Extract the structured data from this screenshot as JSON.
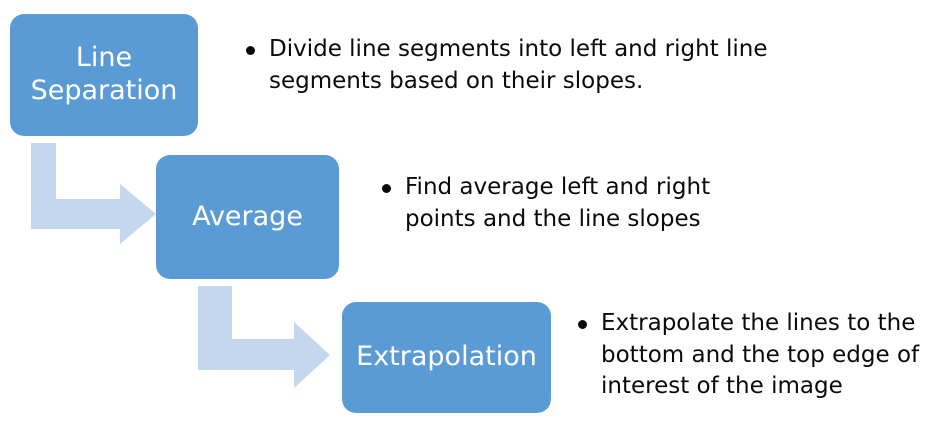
{
  "steps": [
    {
      "label": "Line\nSeparation",
      "description": "Divide line segments into left and right line\nsegments based on their slopes."
    },
    {
      "label": "Average",
      "description": "Find average left and right\npoints and the line slopes"
    },
    {
      "label": "Extrapolation",
      "description": "Extrapolate the lines to the\nbottom and the top edge of\ninterest of the image"
    }
  ],
  "colors": {
    "box_fill": "#5b9bd5",
    "arrow_fill": "#c5d7ef",
    "box_text": "#ffffff",
    "bullet_text": "#0a0a0a"
  }
}
